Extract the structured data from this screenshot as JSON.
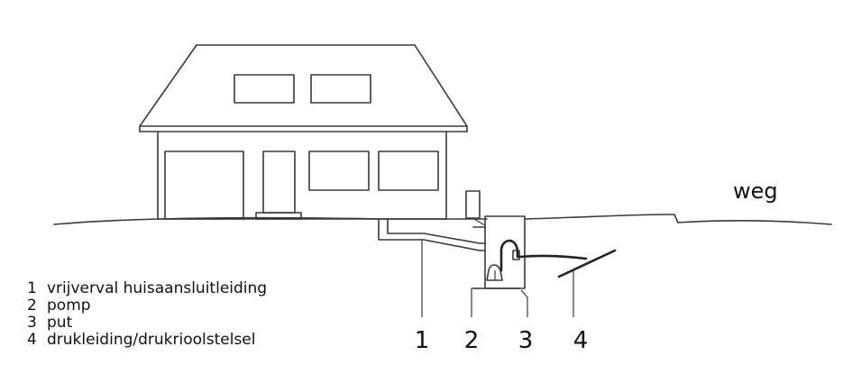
{
  "labels": {
    "road": "weg",
    "callouts": [
      "1",
      "2",
      "3",
      "4"
    ]
  },
  "legend": [
    {
      "number": "1",
      "text": "vrijverval huisaansluitleiding"
    },
    {
      "number": "2",
      "text": "pomp"
    },
    {
      "number": "3",
      "text": "put"
    },
    {
      "number": "4",
      "text": "drukleiding/drukrioolstelsel"
    }
  ]
}
